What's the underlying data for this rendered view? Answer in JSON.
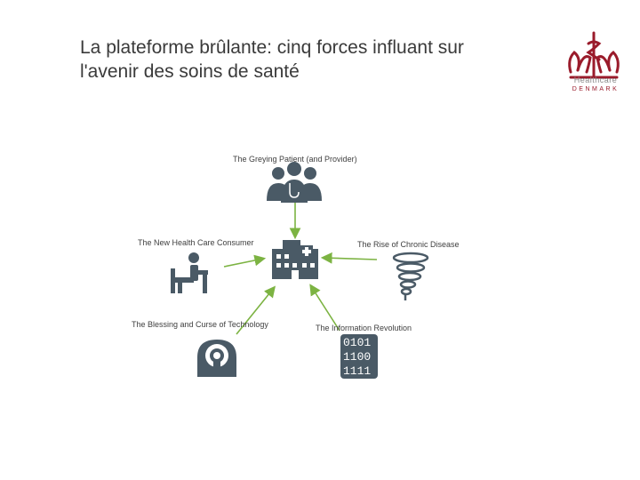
{
  "title": {
    "line1": "La plateforme brûlante: cinq forces influant sur",
    "line2": "l'avenir des soins de santé"
  },
  "logo": {
    "name": "Healthcare",
    "sub": "DENMARK",
    "color": "#9a1b2b"
  },
  "forces": {
    "greying": "The Greying Patient (and Provider)",
    "consumer": "The New Health Care Consumer",
    "chronic": "The Rise of Chronic Disease",
    "technology": "The Blessing and Curse of Technology",
    "information": "The Information Revolution"
  },
  "binary": {
    "row1": "0101",
    "row2": "1100",
    "row3": "1111"
  },
  "colors": {
    "arrow": "#7cb342",
    "icon": "#4a5a66"
  }
}
